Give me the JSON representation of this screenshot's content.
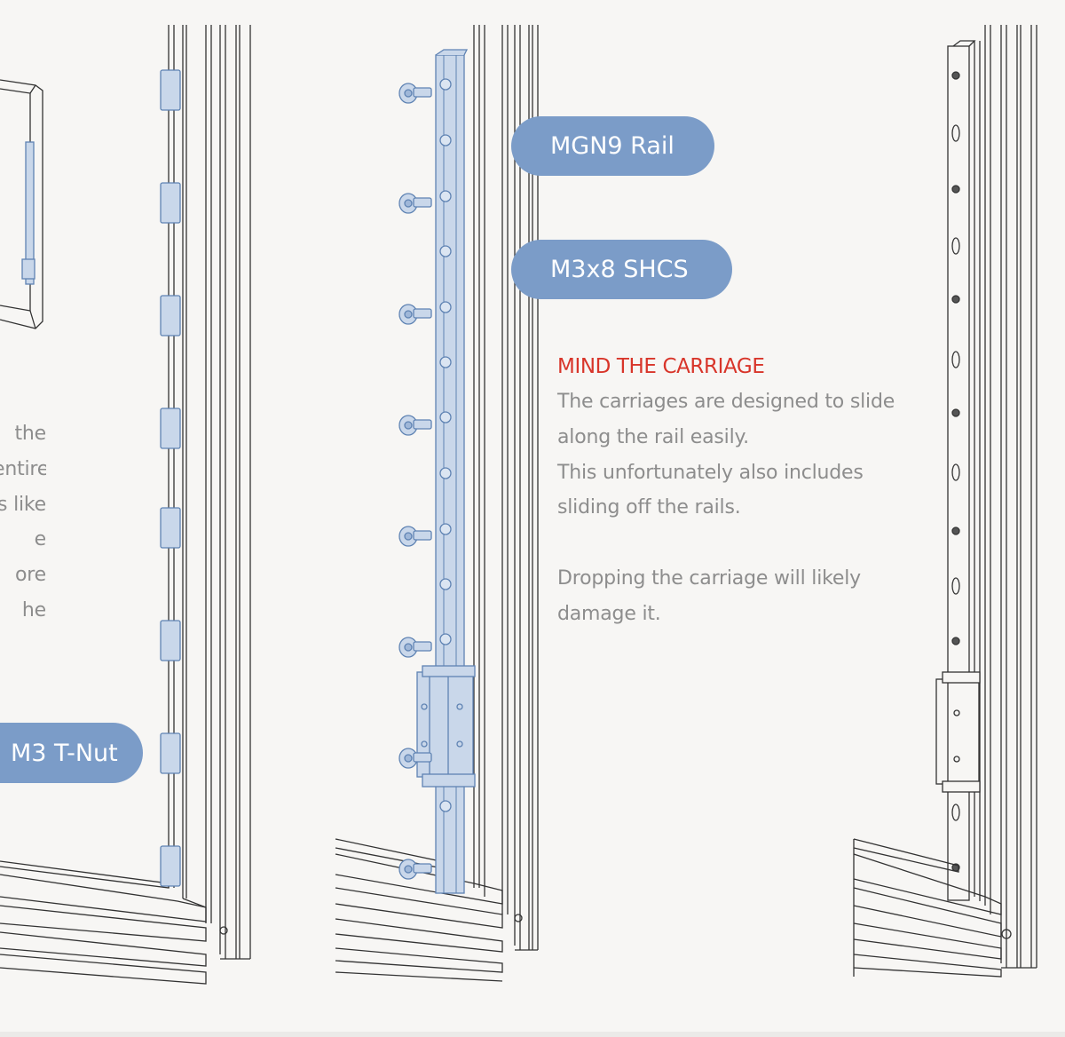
{
  "callouts": {
    "tnut": "M3 T-Nut",
    "rail": "MGN9 Rail",
    "shcs": "M3x8 SHCS"
  },
  "warning": {
    "title": "MIND THE CARRIAGE",
    "line1": "The carriages are designed to slide along the rail easily.",
    "line2": "This unfortunately also includes sliding off the rails.",
    "line3": "Dropping the carriage will likely damage it."
  },
  "left_text": [
    "the",
    "entire",
    "s like",
    "e",
    "ore",
    "he"
  ],
  "colors": {
    "callout_bg": "#7b9cc8",
    "warning_title": "#d8352a",
    "body_text": "#8d8d8d",
    "part_fill": "#c9d7ea",
    "part_stroke": "#5f83b3",
    "line_art": "#333333",
    "background": "#f7f6f4"
  }
}
